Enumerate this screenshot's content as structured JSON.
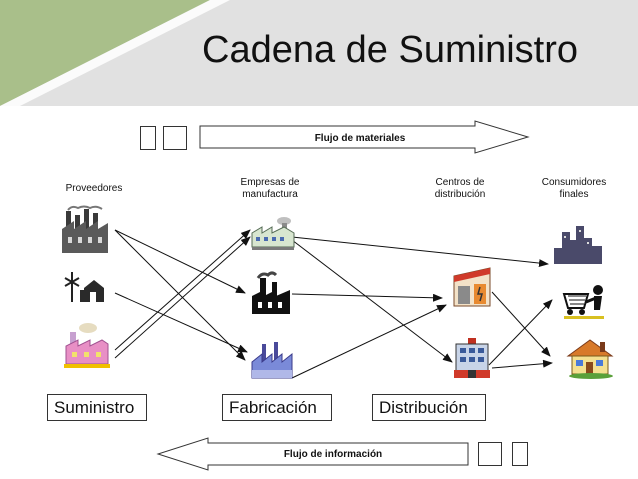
{
  "title": "Cadena de Suministro",
  "material_flow_label": "Flujo de materiales",
  "information_flow_label": "Flujo de información",
  "nodes": {
    "suppliers": "Proveedores",
    "manufacturers": "Empresas de\nmanufactura",
    "distribution_centers": "Centros de\ndistribución",
    "final_consumers": "Consumidores\nfinales"
  },
  "stages": {
    "supply": "Suministro",
    "manufacturing": "Fabricación",
    "distribution": "Distribución"
  },
  "icons": [
    "smokestack-factory-icon",
    "farm-windmill-icon",
    "cartoon-factory-icon",
    "manufacturing-plant-icon",
    "industrial-factory-icon",
    "sawtooth-factory-icon",
    "storefront-icon",
    "office-building-icon",
    "city-skyline-icon",
    "shopping-cart-icon",
    "house-icon"
  ],
  "colors": {
    "header": "#e1e1e1",
    "corner": "#a9bf8a",
    "arrow_fill": "#ffffff",
    "arrow_stroke": "#333333"
  }
}
